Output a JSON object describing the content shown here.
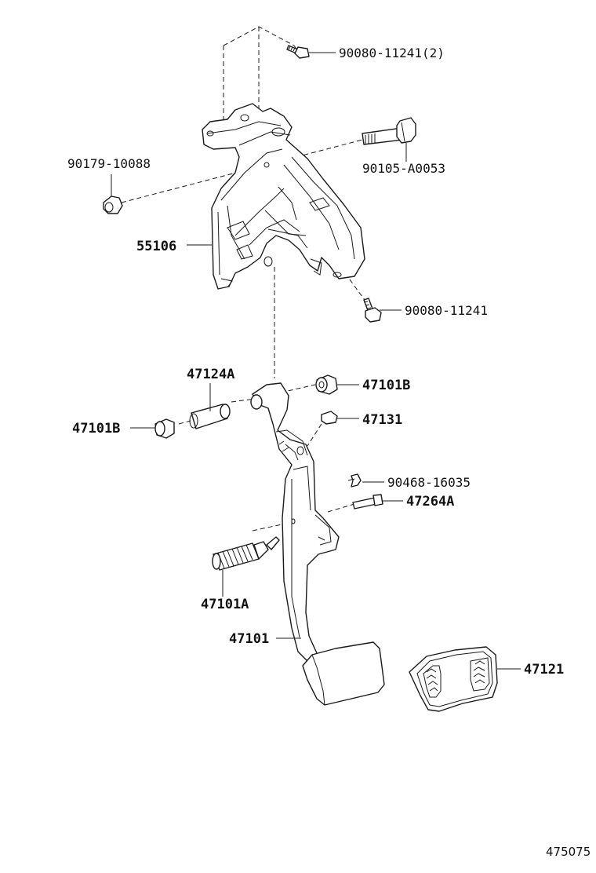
{
  "diagram": {
    "parts": {
      "bolt_top": "90080-11241(2)",
      "nut_left": "90179-10088",
      "bolt_pivot": "90105-A0053",
      "bracket": "55106",
      "bolt_lower": "90080-11241",
      "collar": "47124A",
      "bushing_right": "47101B",
      "bushing_left": "47101B",
      "cushion": "47131",
      "clip": "90468-16035",
      "pin": "47264A",
      "spring": "47101A",
      "pedal_arm": "47101",
      "pedal_pad": "47121"
    },
    "reference": "475075"
  }
}
